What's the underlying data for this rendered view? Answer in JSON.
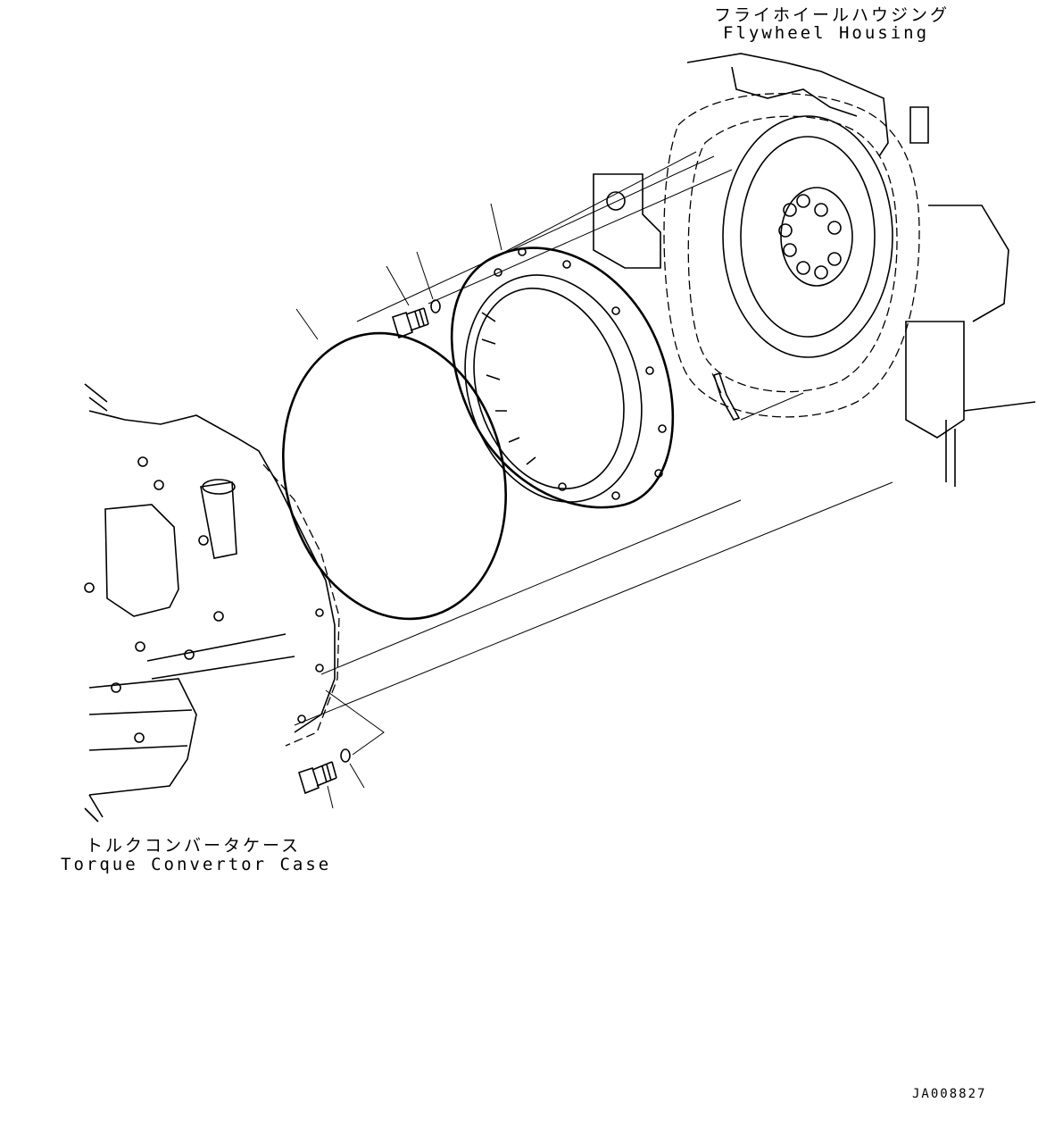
{
  "labels": {
    "flywheel_housing_jp": "フライホイールハウジング",
    "flywheel_housing_en": "Flywheel Housing",
    "torque_converter_case_jp": "トルクコンバータケース",
    "torque_converter_case_en": "Torque Convertor Case",
    "drawing_code": "JA008827"
  }
}
